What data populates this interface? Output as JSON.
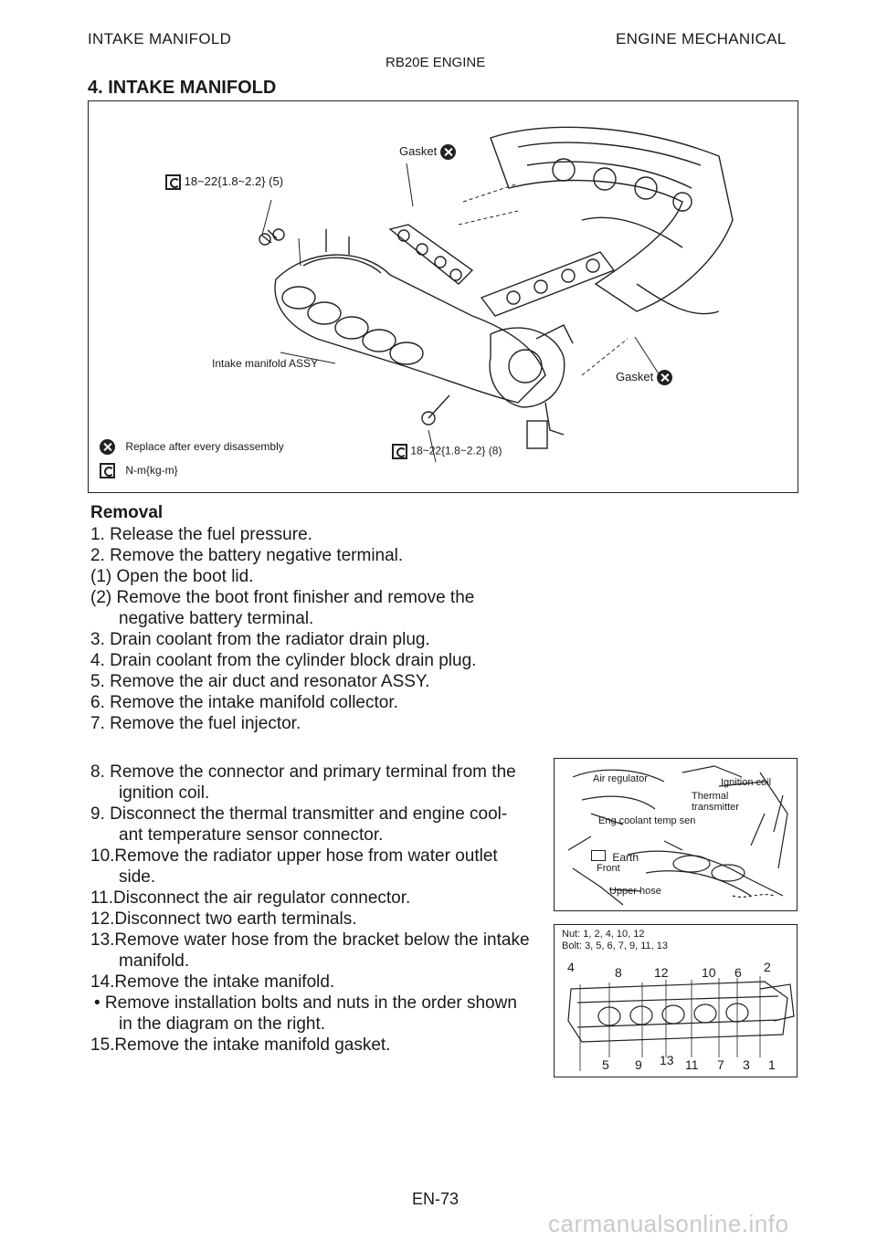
{
  "header": {
    "left": "INTAKE MANIFOLD",
    "right": "ENGINE MECHANICAL",
    "center": "RB20E ENGINE"
  },
  "section_title": "4. INTAKE MANIFOLD",
  "figure1": {
    "gasket_top": "Gasket",
    "torque_top": "18~22{1.8~2.2} (5)",
    "intake_label": "Intake manifold ASSY",
    "gasket_right": "Gasket",
    "legend_replace": "Replace after every disassembly",
    "legend_unit": "N-m{kg-m}",
    "torque_bottom": "18~22{1.8~2.2} (8)"
  },
  "removal": {
    "title": "Removal",
    "steps": [
      "1. Release the fuel pressure.",
      "2. Remove the battery negative terminal.",
      "(1) Open the boot lid.",
      "(2) Remove the boot front finisher and remove the",
      "negative battery terminal.",
      "3. Drain coolant from the radiator drain plug.",
      "4. Drain coolant from the cylinder block drain plug.",
      "5. Remove the air duct and resonator ASSY.",
      "6. Remove the intake manifold collector.",
      "7. Remove the fuel injector."
    ],
    "steps2": [
      "8. Remove the connector and primary terminal from the",
      "ignition coil.",
      "9. Disconnect the thermal transmitter and engine cool-",
      "ant temperature sensor connector.",
      "10.Remove the radiator upper hose from water outlet",
      "side.",
      "11.Disconnect the air regulator connector.",
      "12.Disconnect two earth terminals.",
      "13.Remove water hose from the bracket below the intake",
      "manifold.",
      "14.Remove the intake manifold.",
      "• Remove installation bolts and nuts in the order shown",
      "in the diagram on the right.",
      "15.Remove the intake manifold gasket."
    ]
  },
  "figure2": {
    "air_regulator": "Air regulator",
    "ignition_coil": "Ignition coil",
    "thermal_transmitter": "Thermal transmitter",
    "eng_coolant": "Eng coolant temp sen",
    "earth": "Earth",
    "front": "Front",
    "upper_hose": "Upper hose"
  },
  "figure3": {
    "nut_line": "Nut:  1, 2, 4, 10, 12",
    "bolt_line": "Bolt:  3, 5, 6, 7, 9, 11, 13",
    "top_numbers": [
      "4",
      "8",
      "12",
      "10",
      "6",
      "2"
    ],
    "bottom_numbers": [
      "5",
      "9",
      "13",
      "11",
      "7",
      "3",
      "1"
    ]
  },
  "footer": {
    "page": "EN-73",
    "watermark": "carmanualsonline.info"
  }
}
